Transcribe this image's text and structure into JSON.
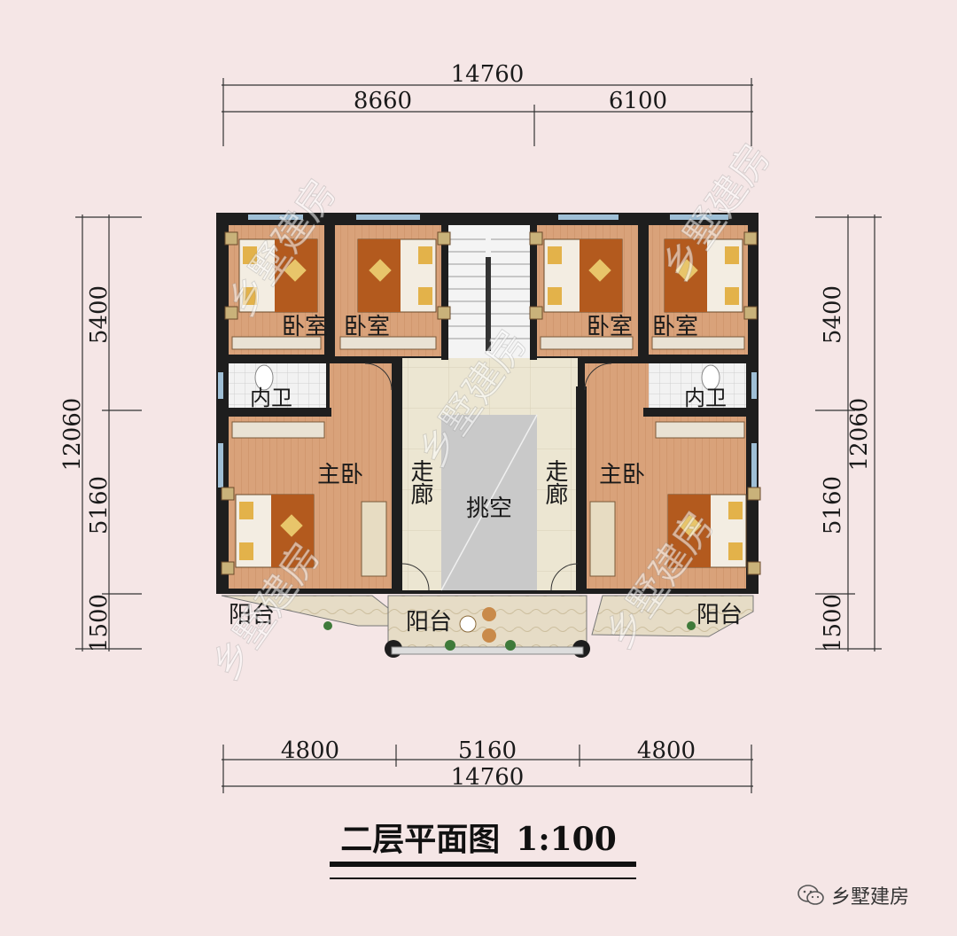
{
  "title": {
    "name": "二层平面图",
    "scale": "1:100"
  },
  "dimensions": {
    "top_total": "14760",
    "top_left": "8660",
    "top_right": "6100",
    "bottom_left": "4800",
    "bottom_mid": "5160",
    "bottom_right": "4800",
    "bottom_total": "14760",
    "left_total": "12060",
    "left_top": "5400",
    "left_mid": "5160",
    "left_bot": "1500",
    "right_total": "12060",
    "right_top": "5400",
    "right_mid": "5160",
    "right_bot": "1500"
  },
  "rooms": {
    "bedroom1": "卧室",
    "bedroom2": "卧室",
    "bedroom3": "卧室",
    "bedroom4": "卧室",
    "bath_left": "内卫",
    "bath_right": "内卫",
    "master_left": "主卧",
    "master_right": "主卧",
    "corridor_left": "走廊",
    "corridor_right": "走廊",
    "void": "挑空",
    "balcony_left": "阳台",
    "balcony_mid": "阳台",
    "balcony_right": "阳台"
  },
  "watermark": "乡墅建房",
  "brand": {
    "text": "乡墅建房",
    "icon": "wechat-icon"
  },
  "colors": {
    "background": "#f5e6e6",
    "wall": "#1e1e1e",
    "wood_floor": "#d9a27a",
    "tile_floor": "#ece6d2",
    "void": "#c9c9c9"
  }
}
